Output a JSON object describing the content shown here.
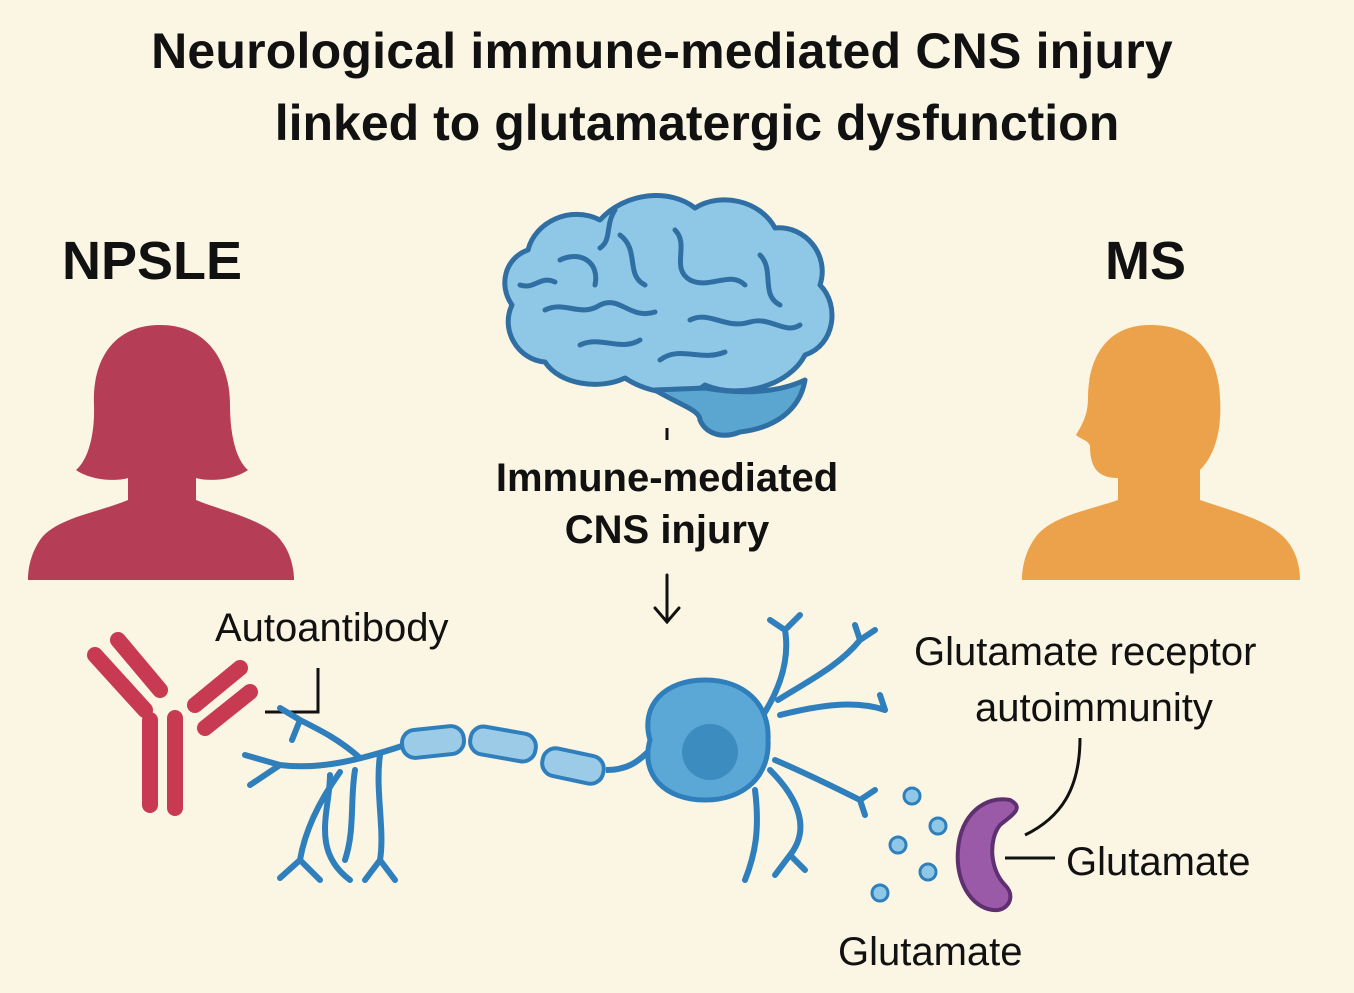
{
  "title": {
    "line1": "Neurological immune-mediated CNS injury",
    "line2": "linked to glutamatergic dysfunction"
  },
  "left_panel": {
    "label": "NPSLE"
  },
  "right_panel": {
    "label": "MS"
  },
  "center": {
    "caption_line1": "Immune-mediated",
    "caption_line2": "CNS injury"
  },
  "labels": {
    "autoantibody": "Autoantibody",
    "receptor_line1": "Glutamate receptor",
    "receptor_line2": "autoimmunity",
    "glutamate_right": "Glutamate",
    "glutamate_bottom": "Glutamate"
  },
  "icons": [
    "brain-icon",
    "female-head-icon",
    "male-head-icon",
    "antibody-icon",
    "neuron-icon",
    "receptor-icon",
    "glutamate-dot-icon",
    "down-arrow-icon"
  ],
  "colors": {
    "background": "#fbf5e4",
    "npsle": "#b53d55",
    "ms": "#eba24a",
    "brain": "#5aa6d1",
    "neuron": "#5ba8d6",
    "receptor": "#9a5aa8"
  }
}
